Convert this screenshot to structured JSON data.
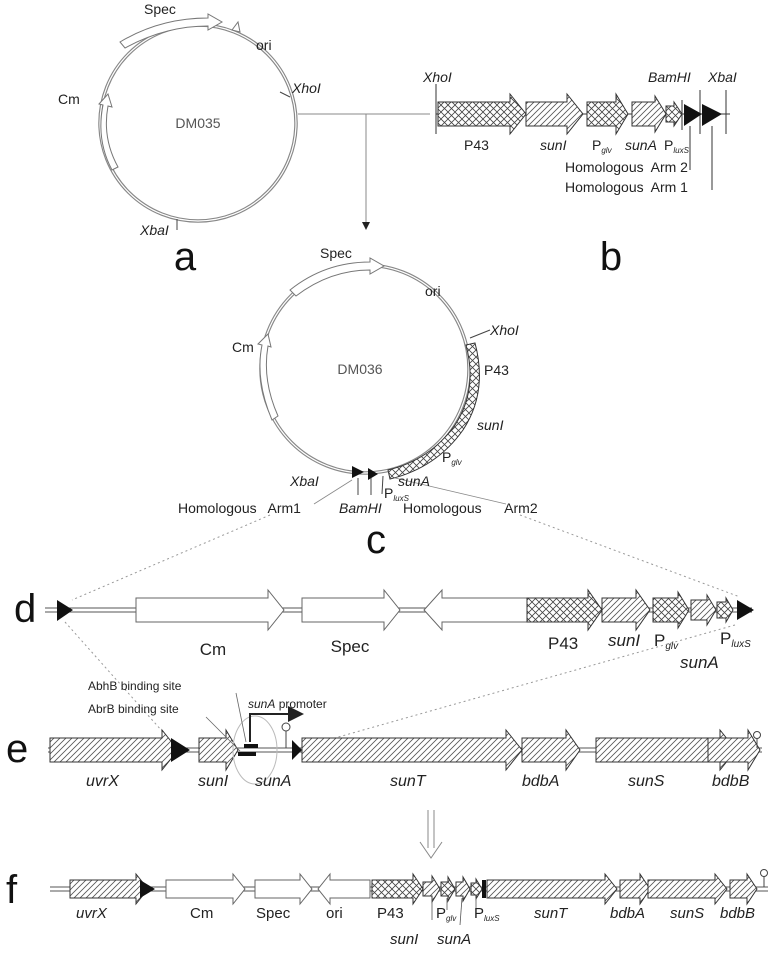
{
  "panels": {
    "a": {
      "letter": "a",
      "plasmid_name": "DM035",
      "labels": {
        "spec": "Spec",
        "ori": "ori",
        "cm": "Cm",
        "xhoi": "XhoI",
        "xbai": "XbaI"
      }
    },
    "b": {
      "letter": "b",
      "labels": {
        "xhoi": "XhoI",
        "bamhi": "BamHI",
        "xbai": "XbaI",
        "p43": "P43",
        "suni": "sunI",
        "p": "P",
        "glv": "glv",
        "suna": "sunA",
        "luxs": "luxS",
        "arm2": "Homologous  Arm 2",
        "arm1": "Homologous  Arm 1"
      }
    },
    "c": {
      "letter": "c",
      "plasmid_name": "DM036",
      "labels": {
        "spec": "Spec",
        "ori": "ori",
        "cm": "Cm",
        "xhoi": "XhoI",
        "p43": "P43",
        "suni": "sunI",
        "p": "P",
        "glv": "glv",
        "suna": "sunA",
        "luxs": "luxS",
        "xbai": "XbaI",
        "bamhi": "BamHI",
        "arm1": "Homologous   Arm1",
        "arm2": "Homologous      Arm2"
      }
    },
    "d": {
      "letter": "d",
      "labels": {
        "cm": "Cm",
        "spec": "Spec",
        "p43": "P43",
        "suni": "sunI",
        "p": "P",
        "glv": "glv",
        "suna": "sunA",
        "luxs": "luxS"
      }
    },
    "e": {
      "letter": "e",
      "labels": {
        "abhb": "AbhB binding site",
        "abrb": "AbrB binding site",
        "promoter_gene": "sunA",
        "promoter_word": " promoter",
        "uvrx": "uvrX",
        "suni": "sunI",
        "suna": "sunA",
        "sunt": "sunT",
        "bdba": "bdbA",
        "suns": "sunS",
        "bdbb": "bdbB"
      }
    },
    "f": {
      "letter": "f",
      "labels": {
        "uvrx": "uvrX",
        "cm": "Cm",
        "spec": "Spec",
        "ori": "ori",
        "p43": "P43",
        "p": "P",
        "glv": "glv",
        "luxs": "luxS",
        "sunt": "sunT",
        "bdba": "bdbA",
        "suns": "sunS",
        "bdbb": "bdbB",
        "suni": "sunI",
        "suna": "sunA"
      }
    }
  }
}
